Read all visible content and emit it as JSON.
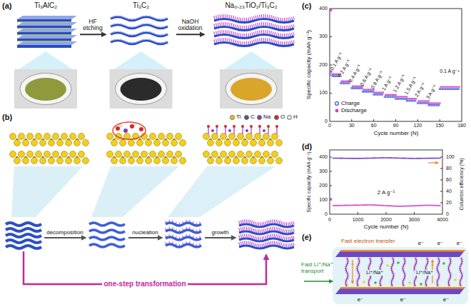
{
  "diagram": {
    "nodes": [
      {
        "text": [
          "Ti₃AlC₂"
        ]
      },
      {
        "text": [
          "Ti₃C₂"
        ]
      },
      {
        "text": [
          "Na₀.₂₃TiO₂/Ti₃C₂"
        ]
      }
    ],
    "edges": [
      {
        "from": 0,
        "to": 1,
        "label": "HF etching",
        "arrow": "to"
      },
      {
        "from": 1,
        "to": 2,
        "label": "NaOH oxidation",
        "arrow": "to"
      }
    ],
    "labels": [
      "(a)",
      "(b)",
      "decomposition",
      "nucleation",
      "growth",
      "one-step transformation",
      "(c)",
      "Specific capacity (mAh g⁻¹)",
      "0",
      "100",
      "200",
      "300",
      "400",
      "0",
      "30",
      "60",
      "90",
      "120",
      "150",
      "180",
      "Cycle number (N)",
      "0.1 A g⁻¹",
      "0.2 A g⁻¹",
      "0.4 A g⁻¹",
      "0.6 A g⁻¹",
      "0.8 A g⁻¹",
      "1 A g⁻¹",
      "1.2 A g⁻¹",
      "1.5 A g⁻¹",
      "2 A g⁻¹",
      "3 A g⁻¹",
      "0.1 A g⁻¹",
      "(d)",
      "Specific capacity (mAh g⁻¹)",
      "0",
      "100",
      "200",
      "300",
      "400",
      "Columbic efficiency (%)",
      "0",
      "20",
      "40",
      "60",
      "80",
      "100",
      "0",
      "1000",
      "2000",
      "3000",
      "4000",
      "Cycle number (N)",
      "2 A g⁻¹",
      "(e)",
      "Fast electron transfer",
      "Fast Li⁺/Na⁺ transport",
      "Li⁺/Na⁺",
      "Li⁺/Na⁺",
      "e⁻",
      "e⁻",
      "e⁻",
      "e⁻",
      "e⁻",
      "e⁻"
    ],
    "legend": [
      {
        "text": "Ti",
        "color": "#e8c21a"
      },
      {
        "text": "C",
        "color": "#5a5a5a"
      },
      {
        "text": "Na",
        "color": "#8a3fb0"
      },
      {
        "text": "O",
        "color": "#d62828"
      },
      {
        "text": "H",
        "color": "#e6e6e6"
      },
      {
        "text": "Charge"
      },
      {
        "text": "Discharge"
      }
    ]
  }
}
